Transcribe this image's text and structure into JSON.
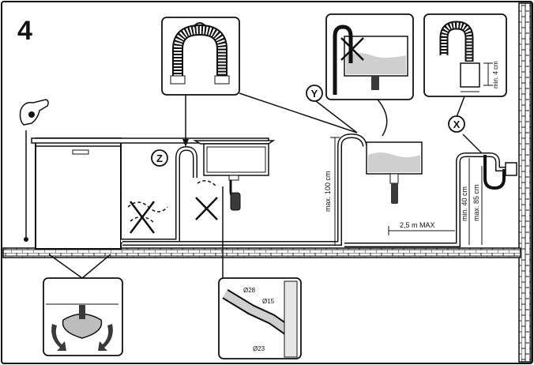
{
  "step_number": "4",
  "labels": {
    "z": "Z",
    "y": "Y",
    "x": "X",
    "max_100": "max. 100 cm",
    "max_2_5": "2,5 m MAX",
    "min_40": "min. 40 cm",
    "max_85": "max. 85 cm",
    "min_4": "min. 4 cm",
    "d28": "Ø28",
    "d15": "Ø15",
    "d23": "Ø23"
  },
  "colors": {
    "line": "#111111",
    "water": "#cfcfcf",
    "panel": "#ffffff",
    "dark": "#3a3a3a"
  },
  "icons": [
    "hand-plug-icon",
    "crossed-out-icon",
    "rotate-arrow-icon",
    "hose-hook-icon"
  ]
}
